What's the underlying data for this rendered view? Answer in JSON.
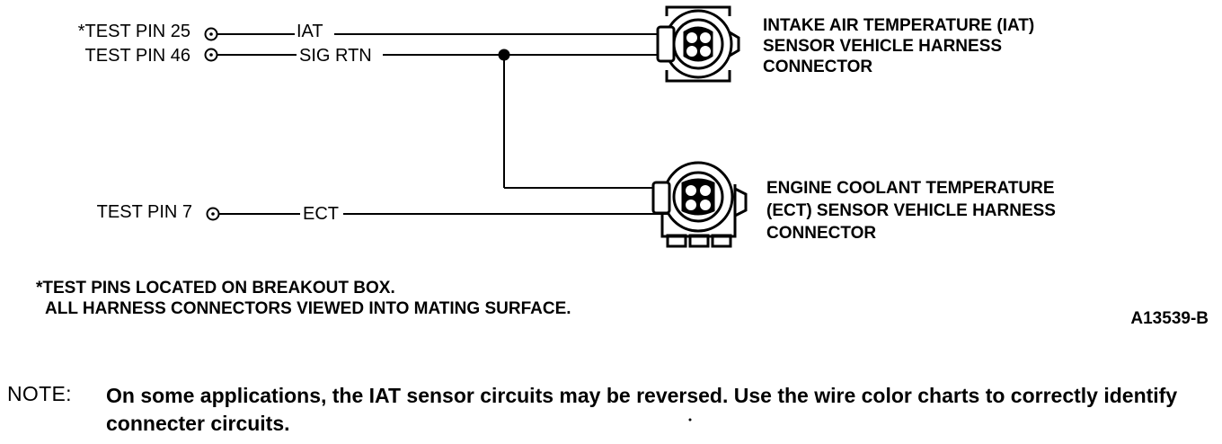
{
  "pins": {
    "pin25": "*TEST PIN 25",
    "pin46": "TEST PIN 46",
    "pin7": "TEST PIN 7"
  },
  "wires": {
    "iat": "IAT",
    "sig_rtn": "SIG RTN",
    "ect": "ECT"
  },
  "connectors": {
    "iat": [
      "INTAKE AIR TEMPERATURE (IAT)",
      "SENSOR VEHICLE HARNESS",
      "CONNECTOR"
    ],
    "ect": [
      "ENGINE COOLANT TEMPERATURE",
      "(ECT) SENSOR VEHICLE HARNESS",
      "CONNECTOR"
    ]
  },
  "footnote": [
    "*TEST PINS LOCATED ON BREAKOUT BOX.",
    "ALL HARNESS CONNECTORS VIEWED INTO MATING SURFACE."
  ],
  "figure_id": "A13539-B",
  "note": {
    "label": "NOTE:",
    "text": "On some applications, the IAT sensor circuits may be reversed. Use the wire color charts to correctly identify connecter circuits."
  }
}
